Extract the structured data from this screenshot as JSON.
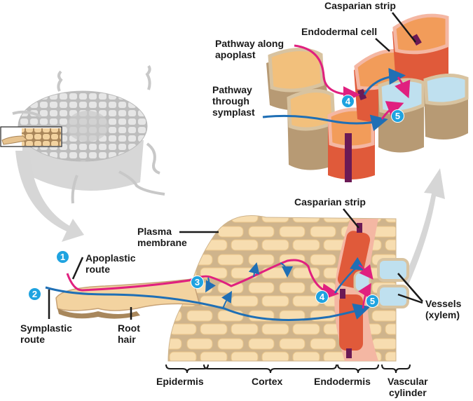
{
  "figure": {
    "title": "Water and mineral transport routes in the root",
    "colors": {
      "apoplastic_route": "#e0207f",
      "symplastic_route": "#1f6fb5",
      "casparian_strip": "#6b1a55",
      "endodermis": "#e05a3a",
      "cell_fill": "#f7d9a8",
      "cell_wall": "#d8c3a0",
      "xylem_fill": "#bfe0ef",
      "step_badge": "#1fa3e0",
      "overview_arrow": "#d6d6d6"
    }
  },
  "top_inset": {
    "labels": {
      "casparian_strip": "Casparian strip",
      "endodermal_cell": "Endodermal cell",
      "pathway_apoplast_line1": "Pathway along",
      "pathway_apoplast_line2": "apoplast",
      "pathway_symplast_line1": "Pathway",
      "pathway_symplast_line2": "through",
      "pathway_symplast_line3": "symplast"
    },
    "steps": [
      "4",
      "5"
    ]
  },
  "main_section": {
    "labels": {
      "plasma_membrane_line1": "Plasma",
      "plasma_membrane_line2": "membrane",
      "apoplastic_route_line1": "Apoplastic",
      "apoplastic_route_line2": "route",
      "symplastic_route_line1": "Symplastic",
      "symplastic_route_line2": "route",
      "root_hair_line1": "Root",
      "root_hair_line2": "hair",
      "casparian_strip": "Casparian strip",
      "vessels_line1": "Vessels",
      "vessels_line2": "(xylem)"
    },
    "steps": [
      "1",
      "2",
      "3",
      "4",
      "5"
    ],
    "regions": [
      {
        "label": "Epidermis"
      },
      {
        "label": "Cortex"
      },
      {
        "label": "Endodermis"
      },
      {
        "label": "Vascular",
        "label2": "cylinder"
      }
    ]
  }
}
